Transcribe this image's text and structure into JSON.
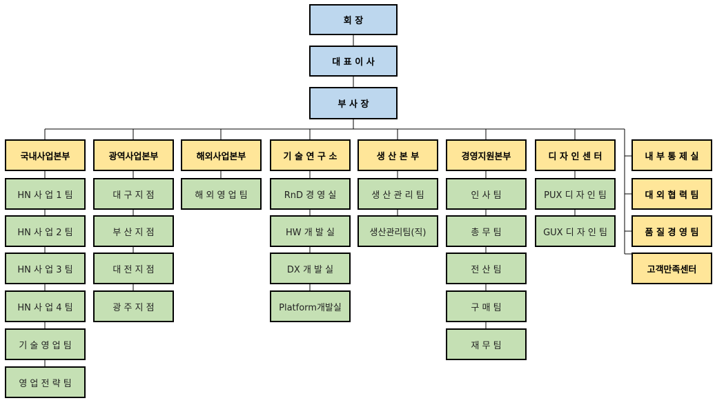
{
  "top": [
    "회            장",
    "대 표 이 사",
    "부      사      장"
  ],
  "divisions": [
    {
      "head": "국내사업본부",
      "teams": [
        "HN 사 업 1 팀",
        "HN 사 업 2 팀",
        "HN 사 업 3 팀",
        "HN 사 업 4 팀",
        "기 술 영 업 팀",
        "영 업 전 략 팀"
      ]
    },
    {
      "head": "광역사업본부",
      "teams": [
        "대   구   지   점",
        "부   산   지   점",
        "대   전   지   점",
        "광   주   지   점"
      ]
    },
    {
      "head": "해외사업본부",
      "teams": [
        "해 외 영 업 팀"
      ]
    },
    {
      "head": "기 술 연 구 소",
      "teams": [
        "RnD  경  영  실",
        "HW  개  발  실",
        "DX  개  발  실",
        "Platform개발실"
      ]
    },
    {
      "head": "생   산   본   부",
      "teams": [
        "생 산 관 리 팀",
        "생산관리팀(직)"
      ]
    },
    {
      "head": "경영지원본부",
      "teams": [
        "인       사       팀",
        "총       무       팀",
        "전       산       팀",
        "구       매       팀",
        "재       무       팀"
      ]
    },
    {
      "head": "디 자 인 센 터",
      "teams": [
        "PUX 디 자 인 팀",
        "GUX 디 자 인 팀"
      ]
    }
  ],
  "side_units": [
    "내 부 통 제 실",
    "대 외 협 력 팀",
    "품 질 경 영 팀",
    "고객만족센터"
  ],
  "colors": {
    "top": "#bdd7ee",
    "division": "#ffe699",
    "team": "#c5e0b4",
    "line": "#000000"
  }
}
